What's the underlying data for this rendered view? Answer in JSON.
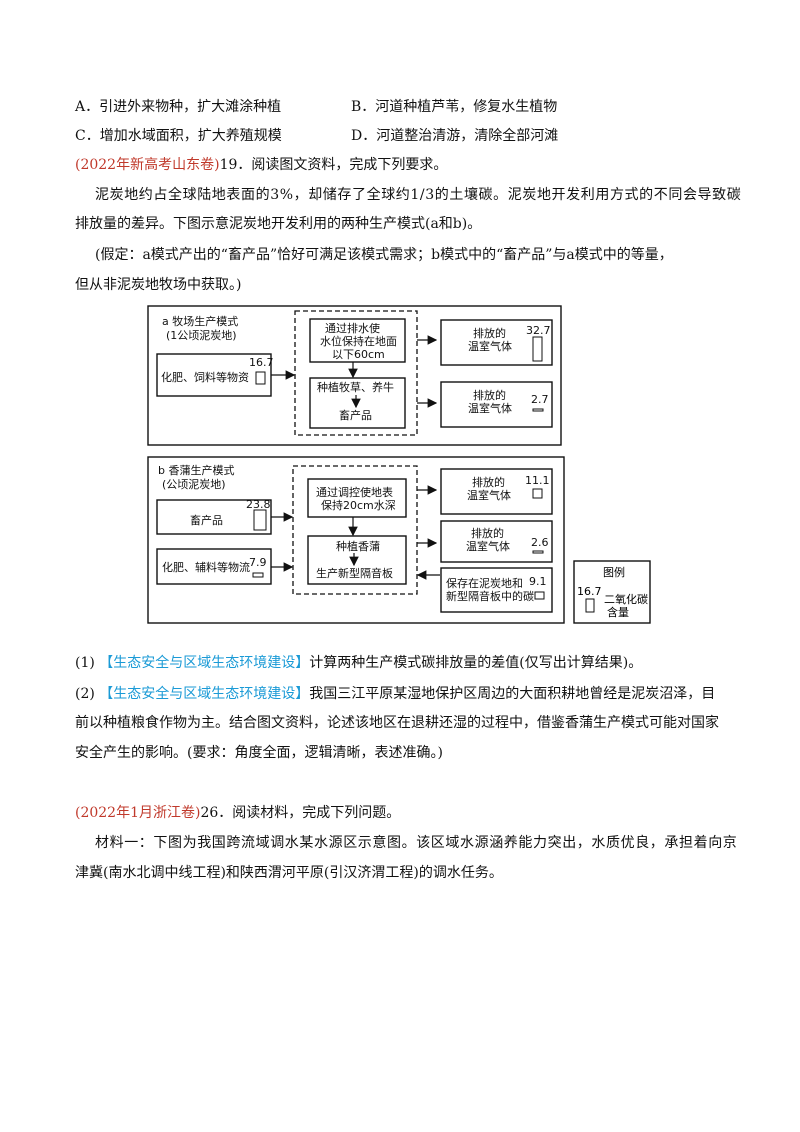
{
  "options": {
    "a": "A．引进外来物种，扩大滩涂种植",
    "b": "B．河道种植芦苇，修复水生植物",
    "c": "C．增加水域面积，扩大养殖规模",
    "d": "D．河道整治清游，清除全部河滩"
  },
  "q19": {
    "source": "(2022年新高考山东卷)",
    "intro": "19．阅读图文资料，完成下列要求。",
    "para1_line1": "泥炭地约占全球陆地表面的3%，却储存了全球约1/3的土壤碳。泥炭地开发利用方式的不同会导致碳",
    "para1_line2": "排放量的差异。下图示意泥炭地开发利用的两种生产模式(a和b)。",
    "para2_line1": "(假定：a模式产出的“畜产品”恰好可满足该模式需求；b模式中的“畜产品”与a模式中的等量，",
    "para2_line2": "但从非泥炭地牧场中获取。)"
  },
  "diagram": {
    "a": {
      "title": "a 牧场生产模式",
      "subtitle": "(1公顷泥炭地)",
      "input_label": "化肥、饲料等物资",
      "input_value": "16.7",
      "step1_l1": "通过排水使",
      "step1_l2": "水位保持在地面",
      "step1_l3": "以下60cm",
      "step2": "种植牧草、养牛",
      "product": "畜产品",
      "out1_l1": "排放的",
      "out1_l2": "温室气体",
      "out1_value": "32.7",
      "out2_l1": "排放的",
      "out2_l2": "温室气体",
      "out2_value": "2.7"
    },
    "b": {
      "title": "b 香蒲生产模式",
      "subtitle": "(公顷泥炭地)",
      "input1_label": "畜产品",
      "input1_value": "23.8",
      "input2_label": "化肥、辅料等物流",
      "input2_value": "7.9",
      "step1_l1": "通过调控使地表",
      "step1_l2": "保持20cm水深",
      "step2": "种植香蒲",
      "product": "生产新型隔音板",
      "out1_l1": "排放的",
      "out1_l2": "温室气体",
      "out1_value": "11.1",
      "out2_l1": "排放的",
      "out2_l2": "温室气体",
      "out2_value": "2.6",
      "out3_l1": "保存在泥炭地和",
      "out3_l2": "新型隔音板中的碳",
      "out3_value": "9.1"
    },
    "legend": {
      "title": "图例",
      "value": "16.7",
      "label_l1": "二氧化碳",
      "label_l2": "含量"
    }
  },
  "questions": {
    "q1_num": "(1)",
    "q1_tag": "【生态安全与区域生态环境建设】",
    "q1_text": "计算两种生产模式碳排放量的差值(仅写出计算结果)。",
    "q2_num": "(2)",
    "q2_tag": "【生态安全与区域生态环境建设】",
    "q2_text_l1": "我国三江平原某湿地保护区周边的大面积耕地曾经是泥炭沼泽，目",
    "q2_text_l2": "前以种植粮食作物为主。结合图文资料，论述该地区在退耕还湿的过程中，借鉴香蒲生产模式可能对国家",
    "q2_text_l3": "安全产生的影响。(要求：角度全面，逻辑清晰，表述准确。)"
  },
  "q26": {
    "source": "(2022年1月浙江卷)",
    "intro": "26．阅读材料，完成下列问题。",
    "material_l1": "材料一：下图为我国跨流域调水某水源区示意图。该区域水源涵养能力突出，水质优良，承担着向京",
    "material_l2": "津冀(南水北调中线工程)和陕西渭河平原(引汉济渭工程)的调水任务。"
  }
}
